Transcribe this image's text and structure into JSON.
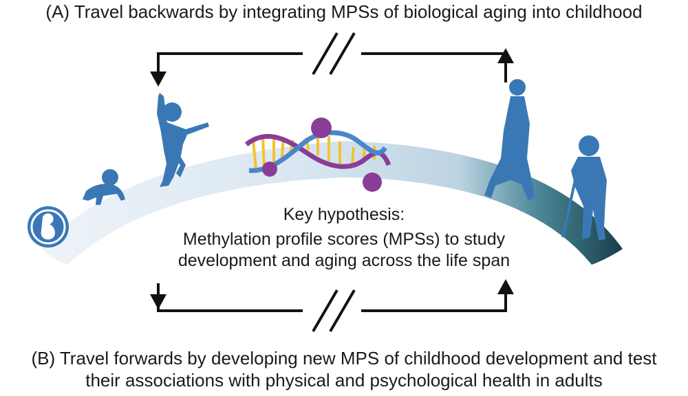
{
  "top_caption": "(A) Travel backwards by integrating MPSs of biological aging into childhood",
  "hypothesis": {
    "heading": "Key hypothesis:",
    "line1": "Methylation profile scores (MPSs) to study",
    "line2": "development and aging across the life span"
  },
  "bottom_caption": {
    "line1": "(B) Travel forwards by developing new MPS of childhood development and test",
    "line2": "their associations with physical and psychological health in adults"
  },
  "colors": {
    "figure_blue": "#3a78b5",
    "arc_light": "#dfe9f3",
    "arc_dark": "#1d5360",
    "dna_purple": "#8a3d96",
    "dna_yellow": "#f2c230",
    "dna_blue": "#4a86c8",
    "arrow": "#111111"
  },
  "icons": [
    "fetus-icon",
    "crawling-baby-icon",
    "running-child-icon",
    "dna-helix-icon",
    "walking-adult-icon",
    "elderly-with-cane-icon"
  ]
}
